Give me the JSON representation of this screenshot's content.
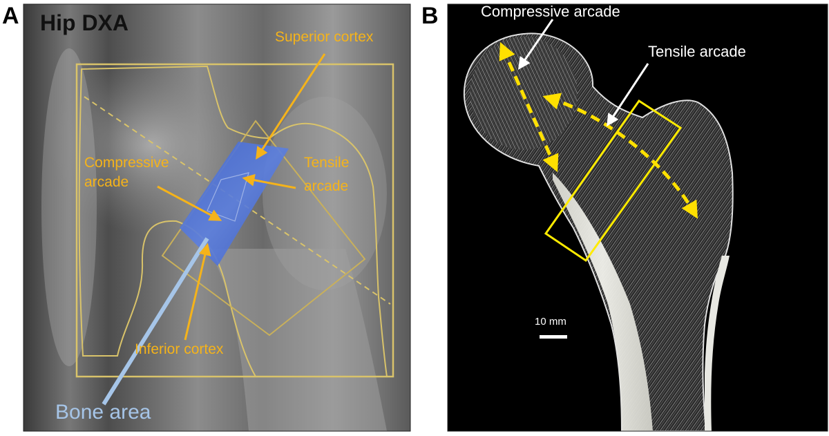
{
  "panel_a": {
    "letter": "A",
    "title": "Hip DXA",
    "labels": {
      "superior_cortex": "Superior cortex",
      "compressive_arcade_line1": "Compressive",
      "compressive_arcade_line2": "arcade",
      "tensile_arcade_line1": "Tensile",
      "tensile_arcade_line2": "arcade",
      "inferior_cortex": "Inferior cortex",
      "bone_area": "Bone area"
    }
  },
  "panel_b": {
    "letter": "B",
    "labels": {
      "compressive_arcade": "Compressive arcade",
      "tensile_arcade": "Tensile arcade"
    },
    "scale_bar": "10 mm"
  },
  "colors": {
    "orange": "#f5b31a",
    "outline_yellow": "#d9c36a",
    "bone_area_blue": "#4a6fd6",
    "bone_area_label": "#a6c5e8",
    "arrow_yellow": "#ffe000",
    "box_yellow": "#ffeb00"
  }
}
